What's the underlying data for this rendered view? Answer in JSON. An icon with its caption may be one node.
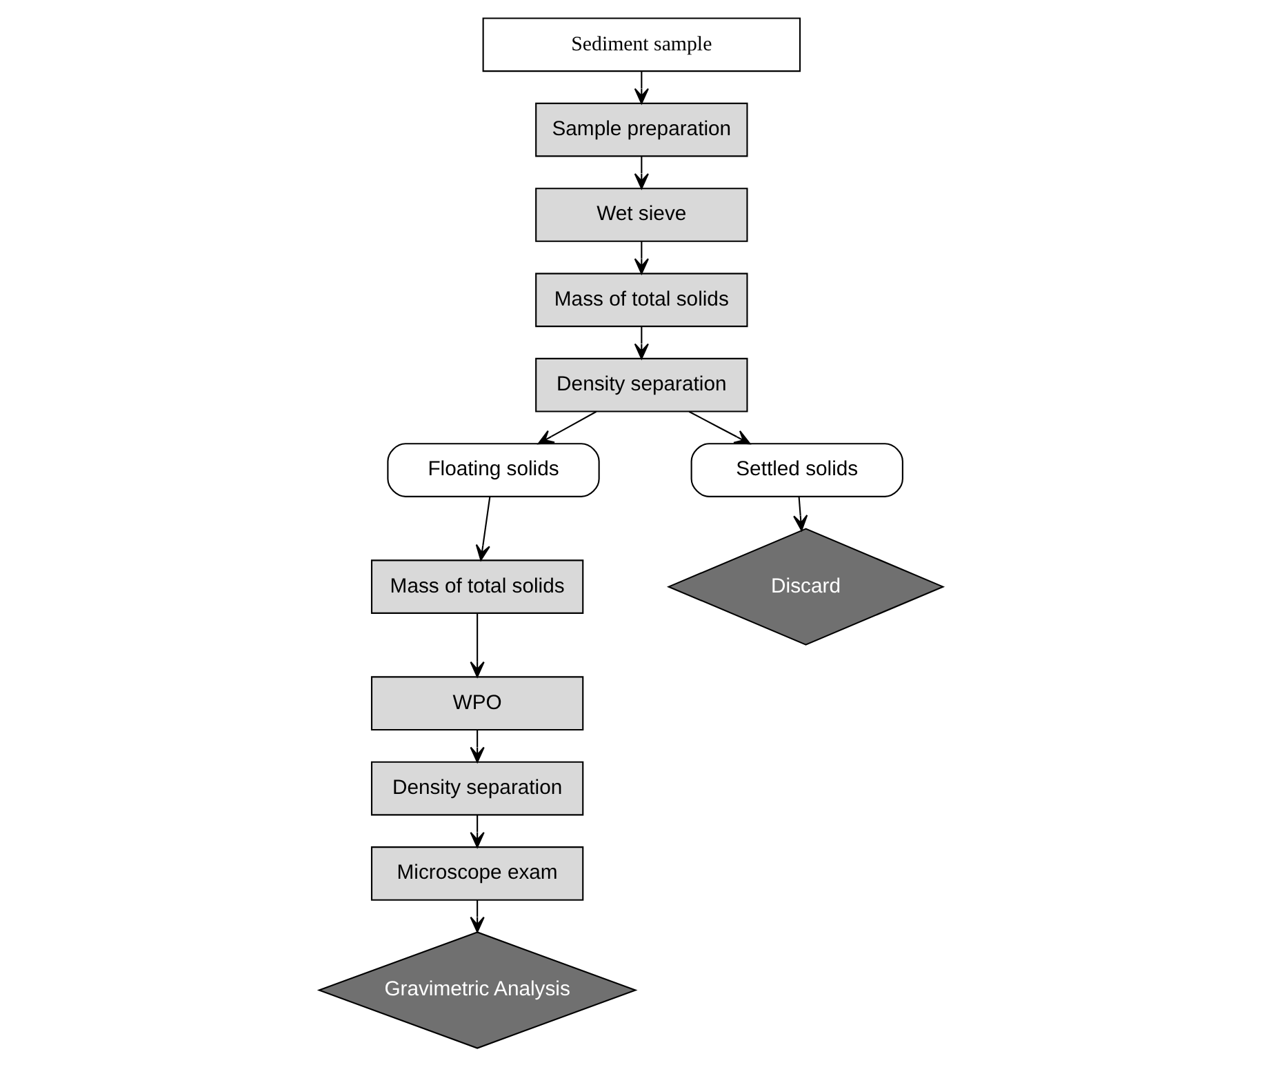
{
  "diagram": {
    "nodes": [
      {
        "text": [
          "Sediment sample"
        ]
      },
      {
        "text": [
          "Sample preparation"
        ]
      },
      {
        "text": [
          "Wet sieve"
        ]
      },
      {
        "text": [
          "Mass of total solids"
        ]
      },
      {
        "text": [
          "Density separation"
        ]
      },
      {
        "text": [
          "Floating solids"
        ]
      },
      {
        "text": [
          "Settled solids"
        ]
      },
      {
        "text": [
          "Mass of total solids"
        ]
      },
      {
        "text": [
          "WPO"
        ]
      },
      {
        "text": [
          "Density separation"
        ]
      },
      {
        "text": [
          "Microscope exam"
        ]
      },
      {
        "text": [
          "Gravimetric Analysis"
        ]
      },
      {
        "text": [
          "Discard"
        ]
      }
    ],
    "edges": [
      {
        "from": 0,
        "to": 1,
        "arrow": "to"
      },
      {
        "from": 1,
        "to": 2,
        "arrow": "to"
      },
      {
        "from": 2,
        "to": 3,
        "arrow": "to"
      },
      {
        "from": 3,
        "to": 4,
        "arrow": "to"
      },
      {
        "from": 4,
        "to": 5,
        "arrow": "to"
      },
      {
        "from": 4,
        "to": 6,
        "arrow": "to"
      },
      {
        "from": 5,
        "to": 7,
        "arrow": "to"
      },
      {
        "from": 7,
        "to": 8,
        "arrow": "to"
      },
      {
        "from": 8,
        "to": 9,
        "arrow": "to"
      },
      {
        "from": 9,
        "to": 10,
        "arrow": "to"
      },
      {
        "from": 10,
        "to": 11,
        "arrow": "to"
      },
      {
        "from": 6,
        "to": 12,
        "arrow": "to"
      }
    ]
  }
}
